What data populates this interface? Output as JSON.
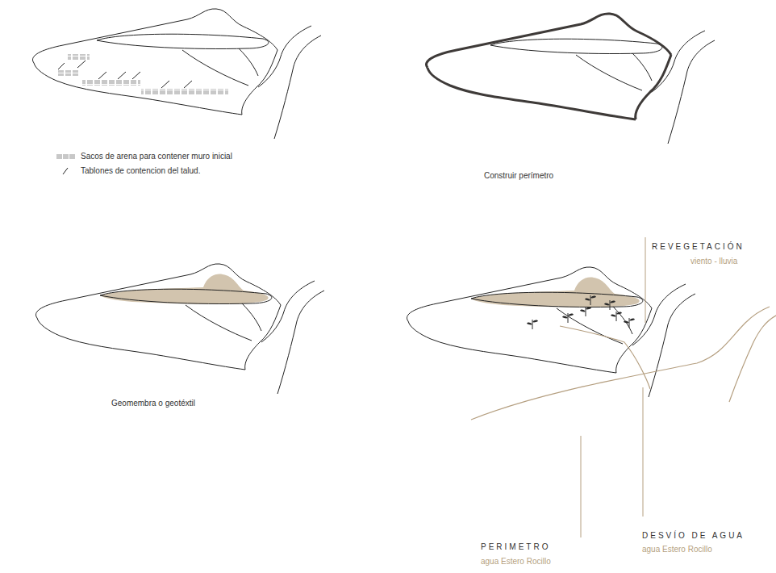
{
  "diagram": {
    "labels": [
      "Construir perímetro",
      "Geomembra o geotéxtil",
      "REVEGETACIÓN",
      "viento - lluvia",
      "PERIMETRO",
      "agua Estero Rocillo",
      "DESVÍO DE AGUA",
      "agua Estero Rocillo"
    ],
    "legend": [
      {
        "text": "Sacos de arena para contener muro inicial",
        "color": "#c8c8c8"
      },
      {
        "text": "Tablones de contencion del talud."
      }
    ]
  }
}
